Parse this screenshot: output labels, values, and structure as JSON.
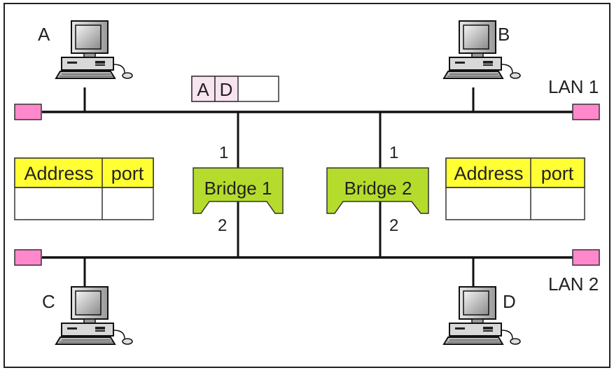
{
  "frame": {
    "src": "A",
    "dst": "D"
  },
  "lans": {
    "lan1": "LAN 1",
    "lan2": "LAN 2"
  },
  "stations": {
    "a": "A",
    "b": "B",
    "c": "C",
    "d": "D"
  },
  "bridges": {
    "bridge1": {
      "label": "Bridge 1",
      "port_top": "1",
      "port_bottom": "2"
    },
    "bridge2": {
      "label": "Bridge 2",
      "port_top": "1",
      "port_bottom": "2"
    }
  },
  "tables": {
    "left": {
      "col1": "Address",
      "col2": "port"
    },
    "right": {
      "col1": "Address",
      "col2": "port"
    }
  },
  "colors": {
    "bridge_fill": "#b5dc2c",
    "table_header": "#ffff33",
    "terminator": "#ff88cc",
    "frame_fill": "#f8e4f0"
  }
}
